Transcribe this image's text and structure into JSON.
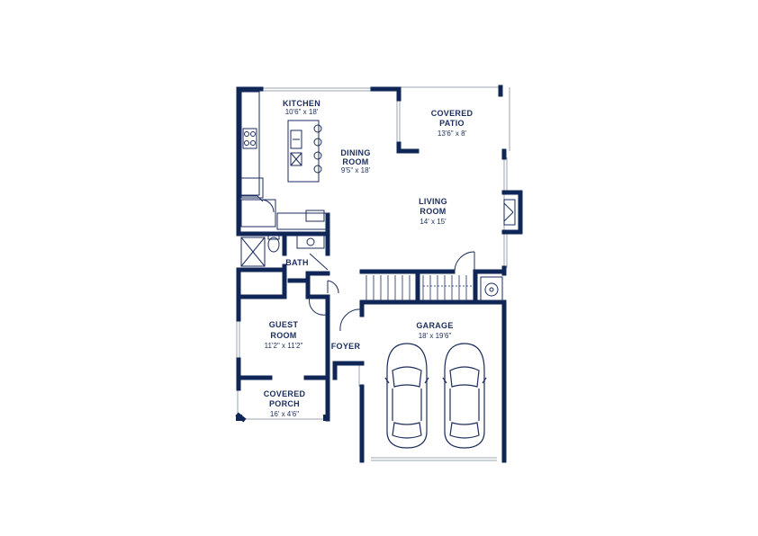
{
  "colors": {
    "wall": "#0f2657",
    "line": "#1b2d5c",
    "light": "#9aa3b5",
    "background": "#ffffff"
  },
  "rooms": {
    "kitchen": {
      "name": "KITCHEN",
      "dim": "10'6\" x 18'"
    },
    "dining": {
      "name_line1": "DINING",
      "name_line2": "ROOM",
      "dim": "9'5\" x 18'"
    },
    "patio": {
      "name_line1": "COVERED",
      "name_line2": "PATIO",
      "dim": "13'6\" x 8'"
    },
    "living": {
      "name_line1": "LIVING",
      "name_line2": "ROOM",
      "dim": "14' x 15'"
    },
    "bath": {
      "name": "BATH"
    },
    "guest": {
      "name_line1": "GUEST",
      "name_line2": "ROOM",
      "dim": "11'2\" x 11'2\""
    },
    "foyer": {
      "name": "FOYER"
    },
    "garage": {
      "name": "GARAGE",
      "dim": "18' x 19'6\""
    },
    "porch": {
      "name_line1": "COVERED",
      "name_line2": "PORCH",
      "dim": "16' x 4'6\""
    }
  },
  "fixtures": [
    "range-icon",
    "sink-icon",
    "toilet-icon",
    "shower-icon",
    "fireplace-icon",
    "car-icon",
    "water-heater-icon",
    "stairs"
  ]
}
